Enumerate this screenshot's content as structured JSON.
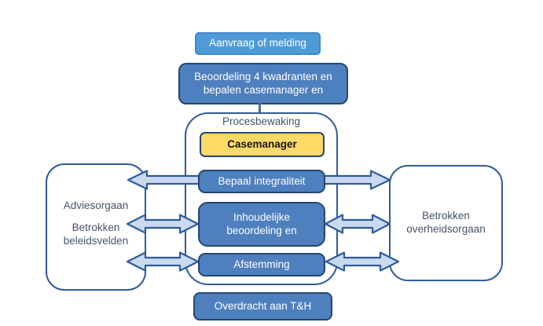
{
  "nodes": {
    "aanvraag": {
      "label": "Aanvraag of melding"
    },
    "beoordeling": {
      "line1": "Beoordeling 4 kwadranten en",
      "line2": "bepalen casemanager en"
    },
    "procesbewaking": {
      "label": "Procesbewaking"
    },
    "casemanager": {
      "label": "Casemanager"
    },
    "bepaal": {
      "label": "Bepaal integraliteit"
    },
    "inhoudelijke": {
      "line1": "Inhoudelijke",
      "line2": "beoordeling en"
    },
    "afstemming": {
      "label": "Afstemming"
    },
    "adviesorgaan": {
      "line1": "Adviesorgaan",
      "line2": "Betrokken",
      "line3": "beleidsvelden"
    },
    "overheidsorgaan": {
      "line1": "Betrokken",
      "line2": "overheidsorgaan"
    },
    "overdracht": {
      "label": "Overdracht aan T&H"
    }
  },
  "arrows": {
    "row1_left": {
      "direction": "left",
      "connects": "Bepaal integraliteit - Adviesorgaan/Betrokken beleidsvelden"
    },
    "row1_right": {
      "direction": "right",
      "connects": "Bepaal integraliteit - Betrokken overheidsorgaan"
    },
    "row2_left": {
      "direction": "both",
      "connects": "Inhoudelijke beoordeling en - Adviesorgaan/Betrokken beleidsvelden"
    },
    "row2_right": {
      "direction": "both",
      "connects": "Inhoudelijke beoordeling en - Betrokken overheidsorgaan"
    },
    "row3_left": {
      "direction": "both",
      "connects": "Afstemming - Adviesorgaan/Betrokken beleidsvelden"
    },
    "row3_right": {
      "direction": "both",
      "connects": "Afstemming - Betrokken overheidsorgaan"
    }
  },
  "colors": {
    "inner_box_fill": "#4E7FBE",
    "inner_box_border": "#24476F",
    "top_box_fill": "#4F9BD8",
    "yellow_fill": "#FFD965",
    "outline_blue": "#2E5B9B",
    "arrow_fill": "#CBD9EF",
    "label_text": "#44546A",
    "box_text": "#FFFFFF"
  }
}
